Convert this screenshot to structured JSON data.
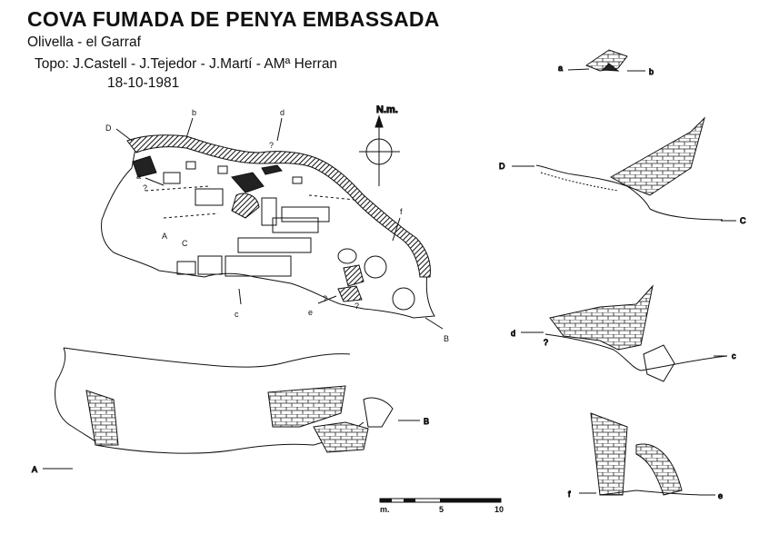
{
  "header": {
    "title": "COVA FUMADA DE PENYA EMBASSADA",
    "location": "Olivella - el Garraf",
    "authors": "Topo: J.Castell - J.Tejedor - J.Martí - AMª Herran",
    "date": "18-10-1981"
  },
  "compass": {
    "label": "N.m."
  },
  "plan_labels": {
    "D": "D",
    "b": "b",
    "d": "d",
    "a": "a",
    "A": "A",
    "C_upper": "C",
    "c": "c",
    "e": "e",
    "f": "f",
    "B": "B",
    "q1": "?",
    "q2": "?",
    "q3": "?",
    "q4": "?"
  },
  "sections": {
    "ab": {
      "left": "a",
      "right": "b"
    },
    "DC": {
      "left": "D",
      "right": "C"
    },
    "dc": {
      "left": "d",
      "right": "c",
      "q": "?"
    },
    "fe": {
      "left": "f",
      "right": "e"
    },
    "AB": {
      "left": "A",
      "right": "B"
    }
  },
  "scale": {
    "unit": "m.",
    "mid": "5",
    "end": "10"
  }
}
